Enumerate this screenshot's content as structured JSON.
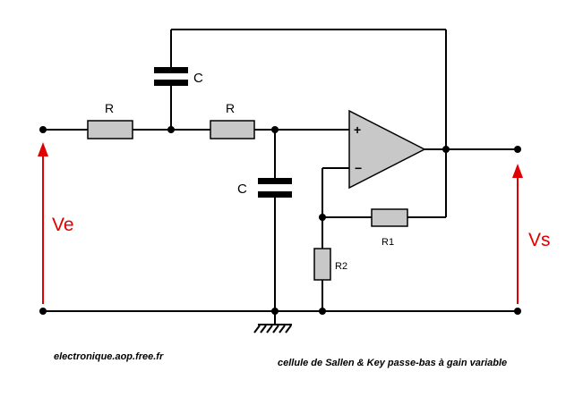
{
  "labels": {
    "r_in": "R",
    "r_mid": "R",
    "c_top": "C",
    "c_bottom": "C",
    "r1": "R1",
    "r2": "R2",
    "plus": "+",
    "minus": "−",
    "ve": "Ve",
    "vs": "Vs"
  },
  "footer": {
    "site": "electronique.aop.free.fr",
    "caption": "cellule de Sallen & Key passe-bas à gain variable"
  },
  "colors": {
    "wire": "#000000",
    "component_fill": "#c8c8c8",
    "voltage_arrow": "#e00000"
  }
}
